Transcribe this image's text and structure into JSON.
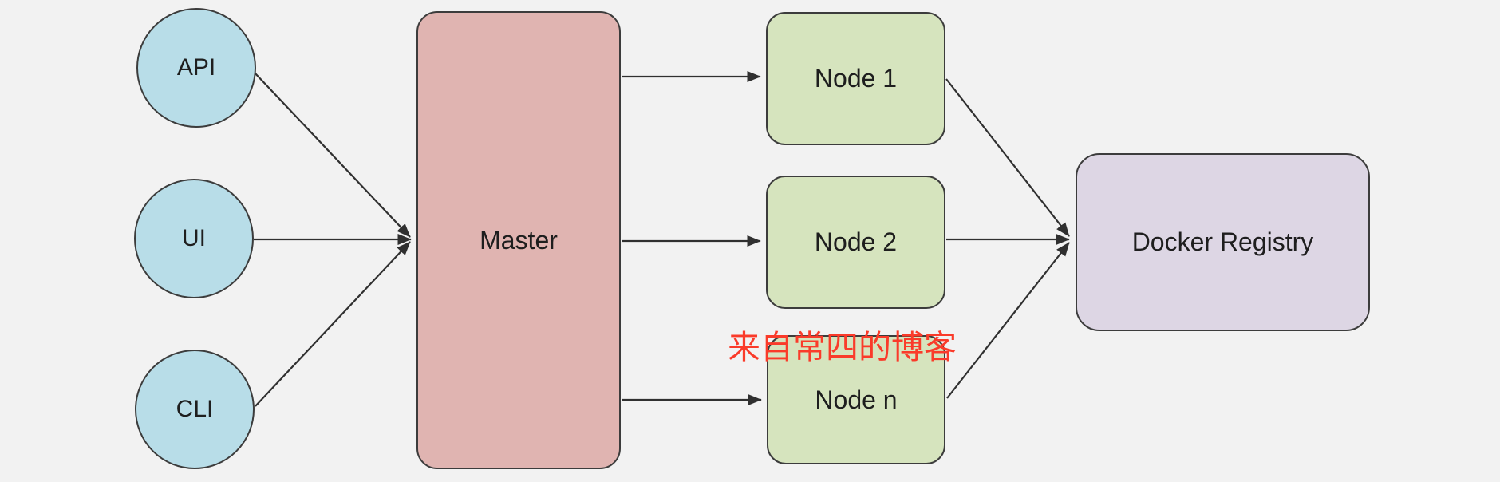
{
  "diagram": {
    "sources": [
      {
        "label": "API"
      },
      {
        "label": "UI"
      },
      {
        "label": "CLI"
      }
    ],
    "master": {
      "label": "Master"
    },
    "workers": [
      {
        "label": "Node 1"
      },
      {
        "label": "Node 2"
      },
      {
        "label": "Node n"
      }
    ],
    "registry": {
      "label": "Docker Registry"
    },
    "edges": [
      {
        "from": "API",
        "to": "Master"
      },
      {
        "from": "UI",
        "to": "Master"
      },
      {
        "from": "CLI",
        "to": "Master"
      },
      {
        "from": "Master",
        "to": "Node 1"
      },
      {
        "from": "Master",
        "to": "Node 2"
      },
      {
        "from": "Master",
        "to": "Node n"
      },
      {
        "from": "Node 1",
        "to": "Docker Registry"
      },
      {
        "from": "Node 2",
        "to": "Docker Registry"
      },
      {
        "from": "Node n",
        "to": "Docker Registry"
      }
    ]
  },
  "watermark": {
    "text": "来自常四的博客"
  },
  "colors": {
    "bg": "#f2f2f2",
    "source_fill": "#b8dde8",
    "master_fill": "#e0b4b1",
    "node_fill": "#d6e4be",
    "registry_fill": "#ddd6e4",
    "stroke": "#3c3c3c",
    "edge": "#303030",
    "text": "#1e1e1e",
    "watermark": "#fa3b2a"
  }
}
